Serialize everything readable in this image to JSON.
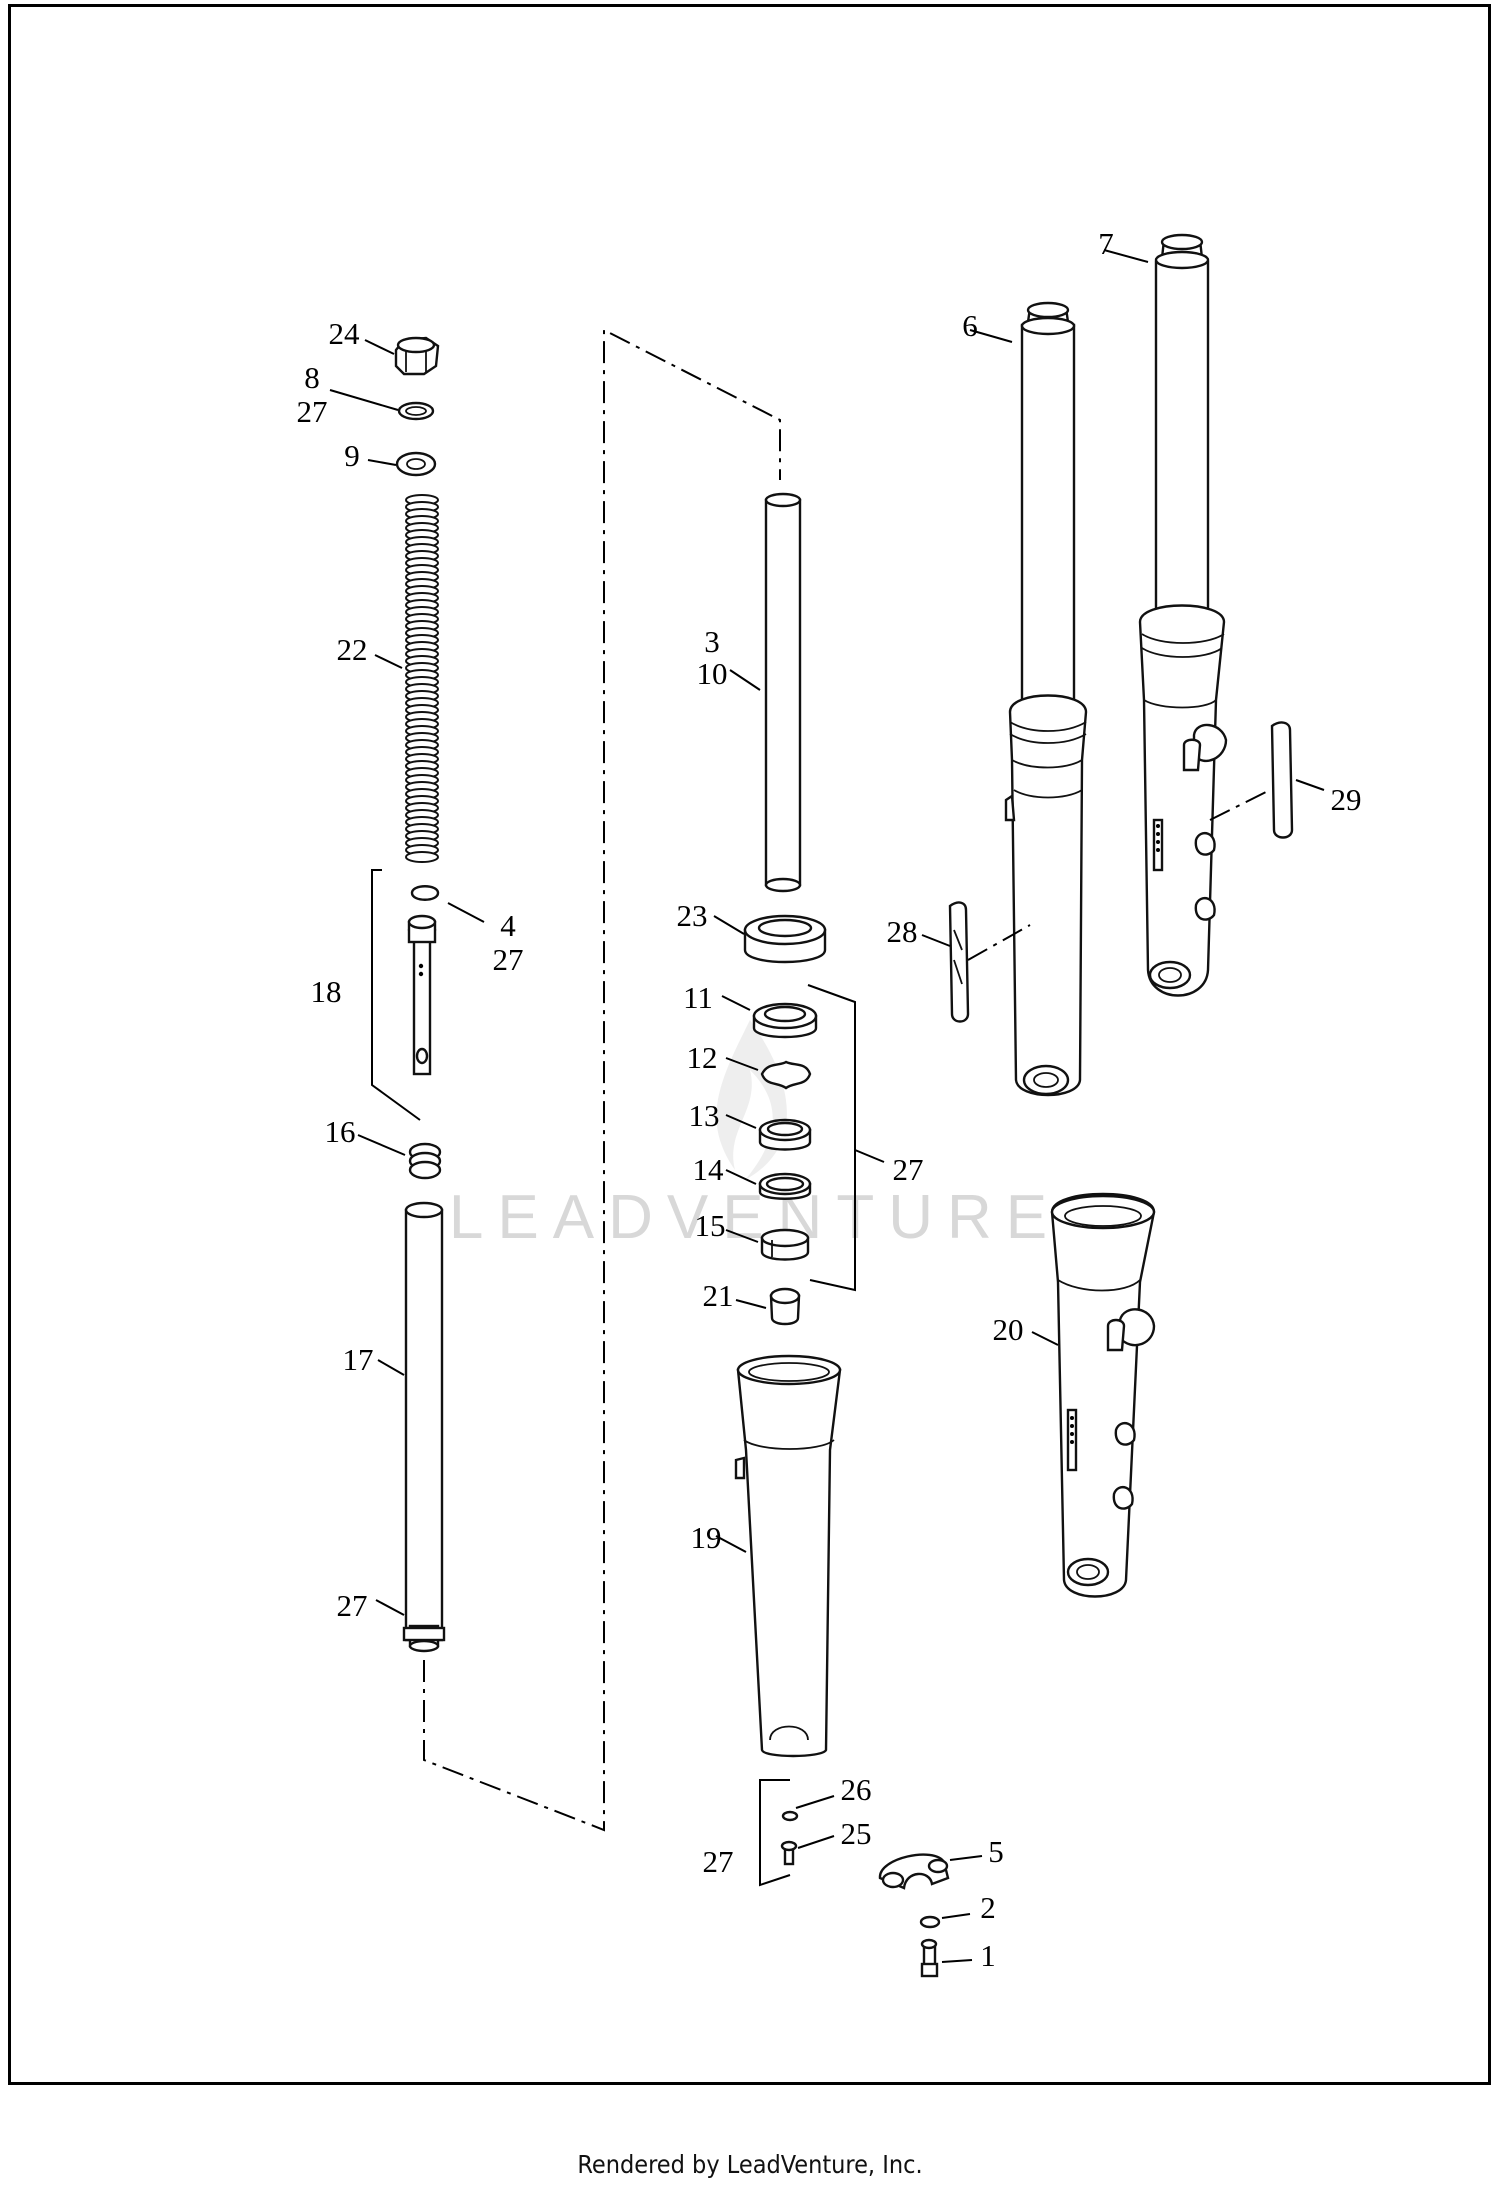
{
  "watermark": "LEADVENTURE",
  "footer": "Rendered by LeadVenture, Inc.",
  "callouts": [
    {
      "id": "c24",
      "label": "24"
    },
    {
      "id": "c8",
      "label": "8"
    },
    {
      "id": "c27a",
      "label": "27"
    },
    {
      "id": "c9",
      "label": "9"
    },
    {
      "id": "c22",
      "label": "22"
    },
    {
      "id": "c4",
      "label": "4"
    },
    {
      "id": "c27b",
      "label": "27"
    },
    {
      "id": "c18",
      "label": "18"
    },
    {
      "id": "c16",
      "label": "16"
    },
    {
      "id": "c17",
      "label": "17"
    },
    {
      "id": "c27c",
      "label": "27"
    },
    {
      "id": "c3",
      "label": "3"
    },
    {
      "id": "c10",
      "label": "10"
    },
    {
      "id": "c23",
      "label": "23"
    },
    {
      "id": "c11",
      "label": "11"
    },
    {
      "id": "c12",
      "label": "12"
    },
    {
      "id": "c13",
      "label": "13"
    },
    {
      "id": "c14",
      "label": "14"
    },
    {
      "id": "c15",
      "label": "15"
    },
    {
      "id": "c27d",
      "label": "27"
    },
    {
      "id": "c21",
      "label": "21"
    },
    {
      "id": "c19",
      "label": "19"
    },
    {
      "id": "c26",
      "label": "26"
    },
    {
      "id": "c25",
      "label": "25"
    },
    {
      "id": "c27e",
      "label": "27"
    },
    {
      "id": "c5",
      "label": "5"
    },
    {
      "id": "c2",
      "label": "2"
    },
    {
      "id": "c1",
      "label": "1"
    },
    {
      "id": "c6",
      "label": "6"
    },
    {
      "id": "c7",
      "label": "7"
    },
    {
      "id": "c28",
      "label": "28"
    },
    {
      "id": "c29",
      "label": "29"
    },
    {
      "id": "c20",
      "label": "20"
    }
  ]
}
